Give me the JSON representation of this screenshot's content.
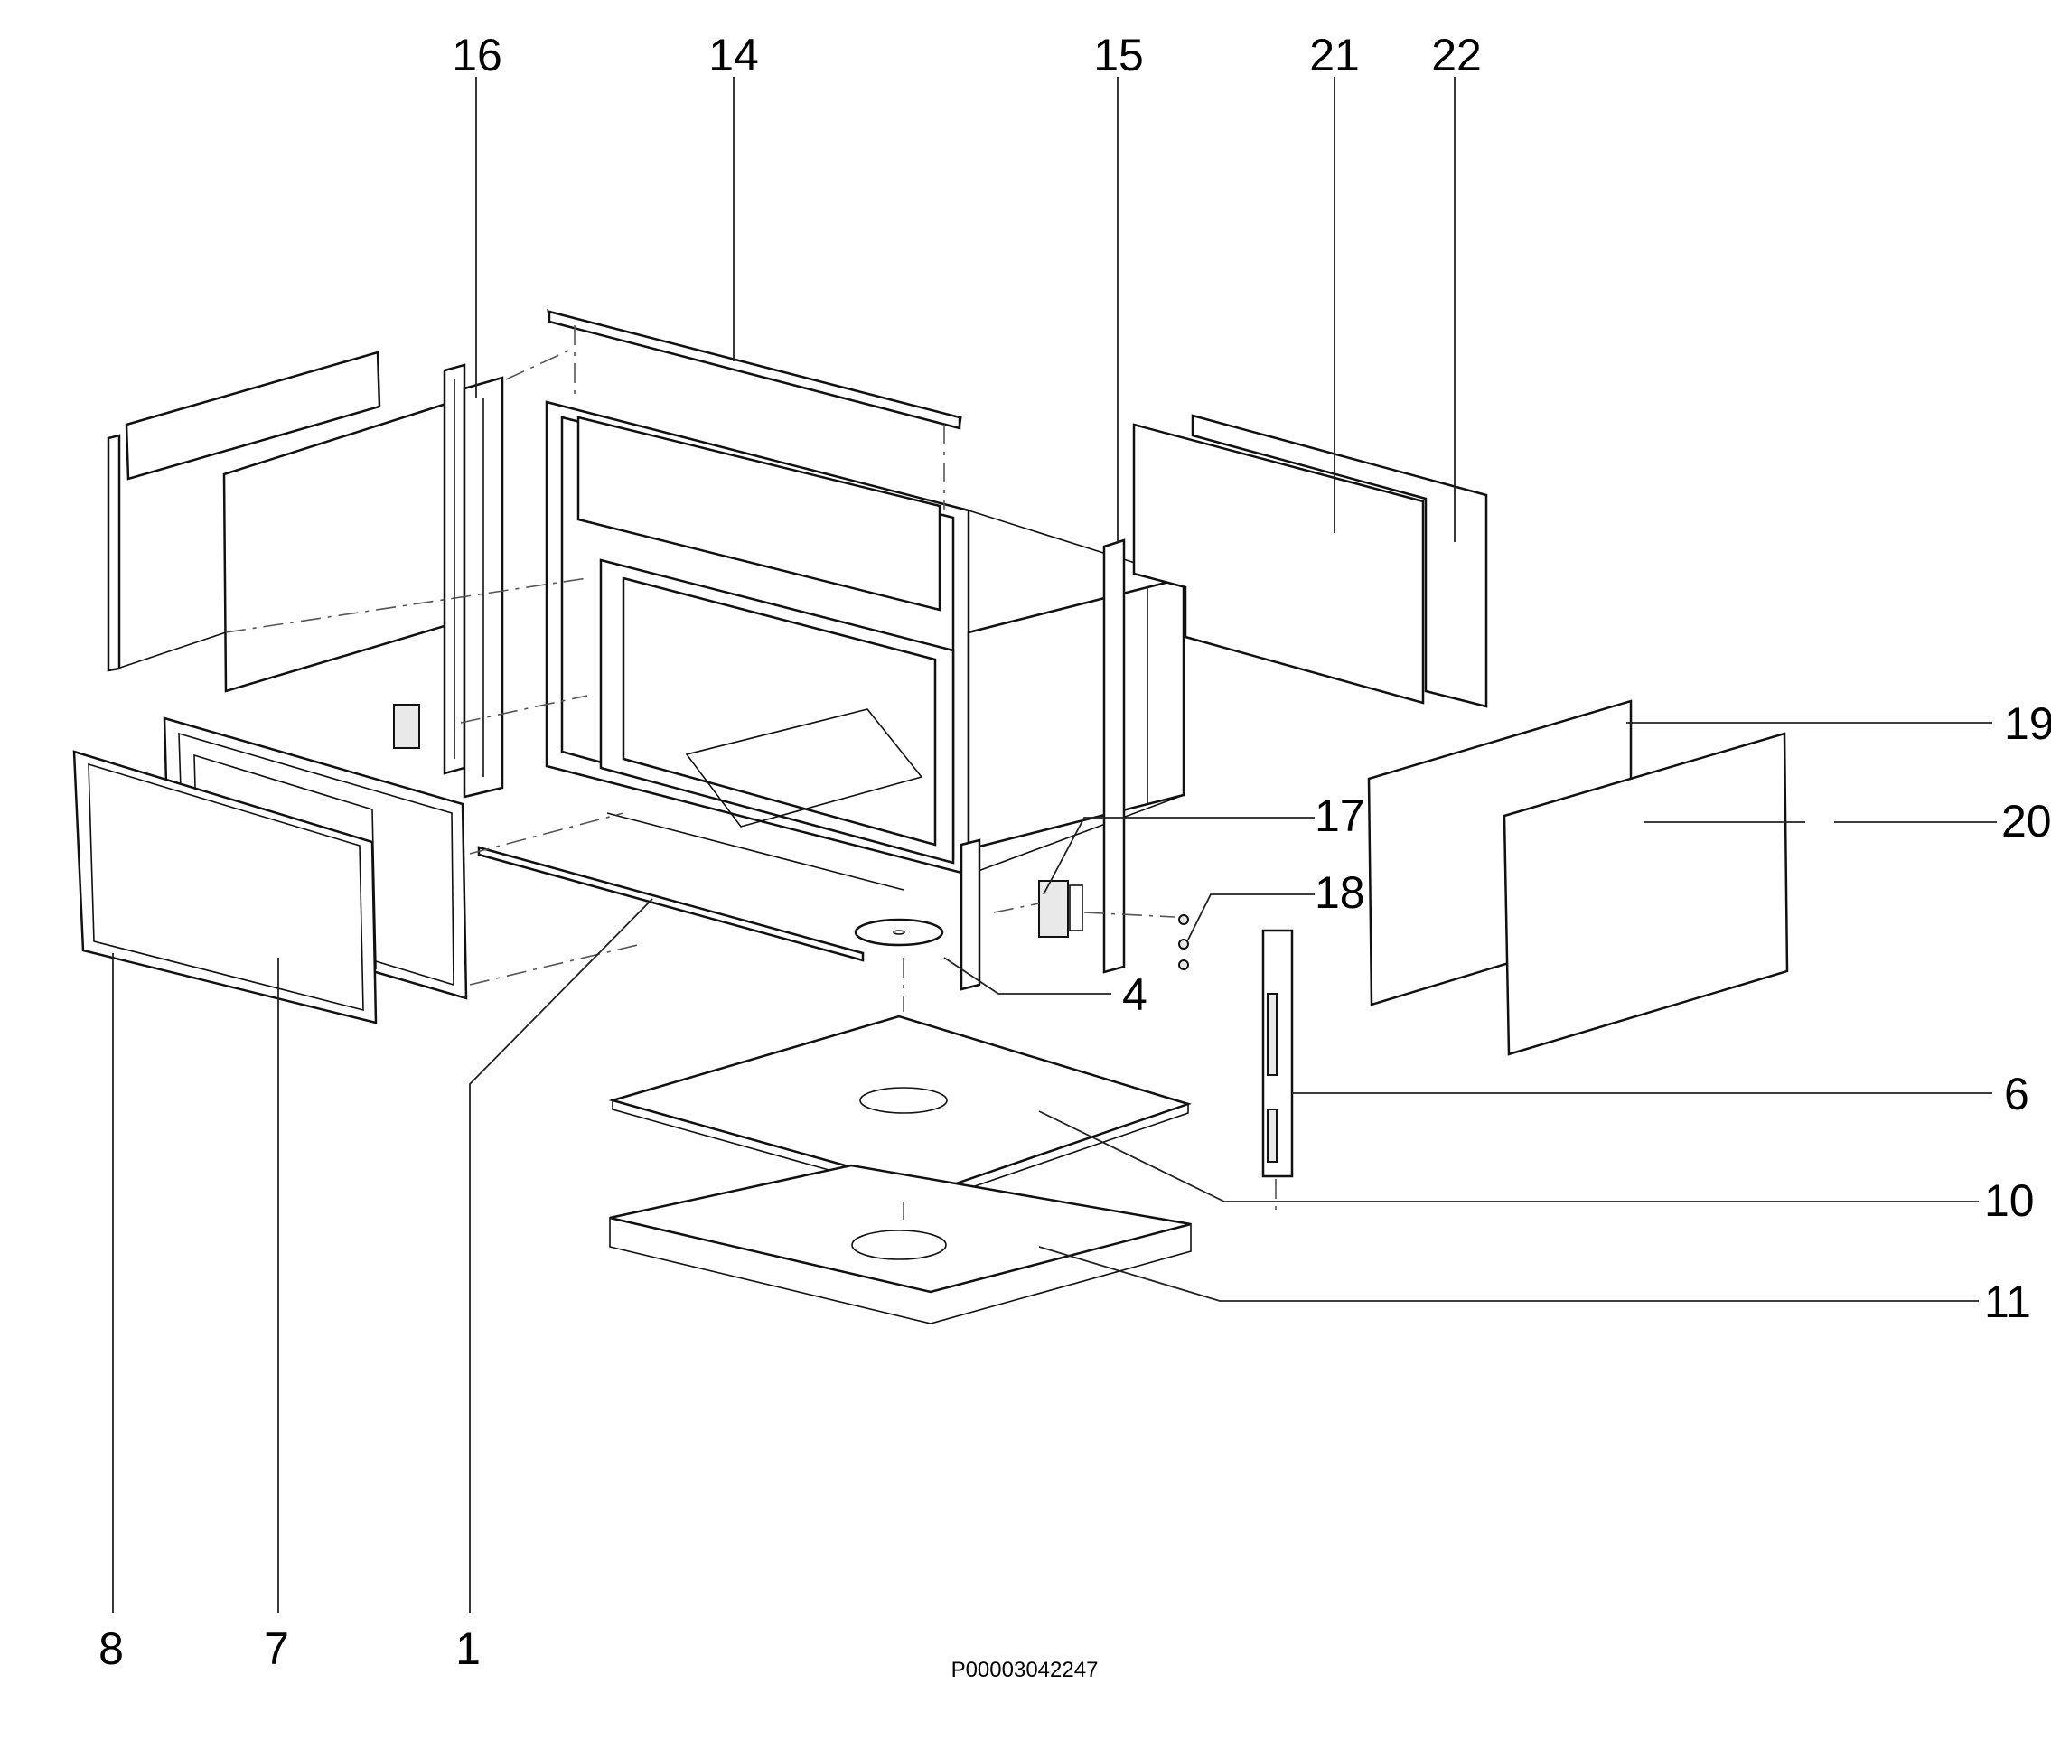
{
  "diagram": {
    "labels": {
      "l16": "16",
      "l14": "14",
      "l15": "15",
      "l21": "21",
      "l22": "22",
      "l19": "19",
      "l20": "20",
      "l17": "17",
      "l18": "18",
      "l4": "4",
      "l6": "6",
      "l10": "10",
      "l11": "11",
      "l8": "8",
      "l7": "7",
      "l1": "1"
    },
    "drawing_code": "P00003042247"
  }
}
